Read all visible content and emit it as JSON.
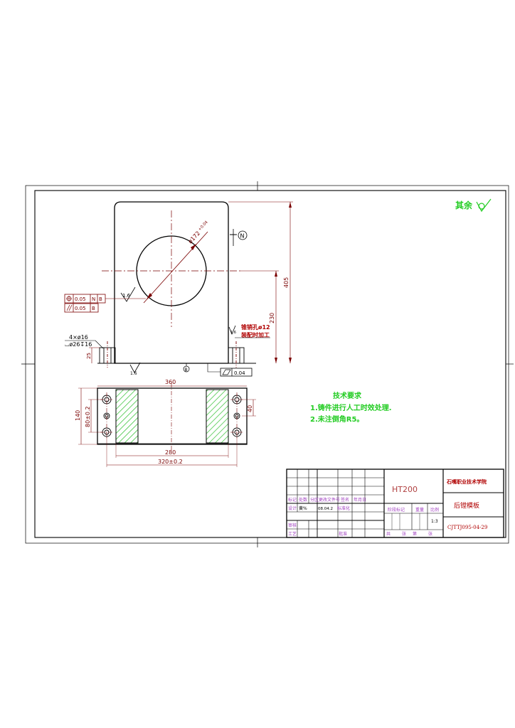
{
  "rough_note": "其余",
  "tech_req": {
    "title": "技术要求",
    "item1": "1.铸件进行人工时效处理.",
    "item2": "2.未注倒角R5。"
  },
  "front_view": {
    "dim_405": "405",
    "dim_230": "230",
    "dim_25": "25",
    "dim_bore": "ø172",
    "dim_bore_tol": "+0.04",
    "label_holes": "4×ø16",
    "label_cbore": "⌴ø26↧16",
    "pin_hole": "锥销孔ø12",
    "pin_hole2": "装配时加工",
    "rough_16a": "1.6",
    "rough_16b": "1.6",
    "rough_16c": "1.6",
    "datum_n": "N",
    "datum_b": "B",
    "tol_pos": "0.05",
    "tol_par": "0.05",
    "tol_flat": "0.04"
  },
  "top_view": {
    "dim_360": "360",
    "dim_280": "280",
    "dim_320": "320±0.2",
    "dim_140": "140",
    "dim_80": "80±0.2",
    "dim_40": "40"
  },
  "title_block": {
    "material": "HT200",
    "school": "石嘴职业技术学院",
    "part_name": "后镗模板",
    "drawing_no": "CJTTJ095-04-29",
    "scale": "1:3",
    "date": "08.04.2",
    "designer": "黄%",
    "h_biaoji": "标记",
    "h_chushu": "处数",
    "h_fenqu": "分区",
    "h_genggai": "更改文件号",
    "h_qianming": "签名",
    "h_nianyueri": "年月日",
    "h_sheji": "设计",
    "h_biaozhunhua": "标准化",
    "h_shenhe": "审核",
    "h_gongyi": "工艺",
    "h_pizhun": "批准",
    "h_jieduan": "阶段标记",
    "h_zhongliang": "重量",
    "h_bili": "比例",
    "h_gong": "共",
    "h_zhang": "张",
    "h_di": "第",
    "h_zhang2": "张"
  },
  "colors": {
    "line": "#000000",
    "dim": "#7a0000",
    "green": "#22cc22",
    "hatch": "#2fbf2f",
    "redtext": "#b00000",
    "violet": "#a040c0"
  }
}
